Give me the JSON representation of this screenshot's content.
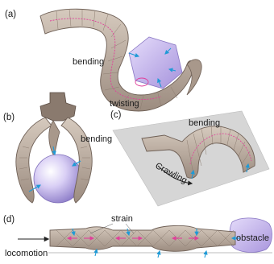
{
  "panels": [
    {
      "id": "a",
      "label": "(a)",
      "annotations": [
        "bending",
        "twisting"
      ]
    },
    {
      "id": "b",
      "label": "(b)",
      "annotations": [
        "bending"
      ]
    },
    {
      "id": "c",
      "label": "(c)",
      "annotations": [
        "bending",
        "Crawling"
      ]
    },
    {
      "id": "d",
      "label": "(d)",
      "annotations": [
        "strain",
        "obstacle",
        "locomotion"
      ]
    }
  ],
  "colors": {
    "body_fill": "#b5a69a",
    "body_light": "#d8ccc2",
    "body_stroke": "#6e5f55",
    "strain_line": "#e0409a",
    "force_arrow": "#1f9ad6",
    "object_purple": "#b9a8e6",
    "mesh_line": "#8a7b70",
    "ground": "#d6d6d6"
  },
  "icons": [
    "blue-force-arrow",
    "pink-strain-arrow",
    "black-motion-arrow"
  ]
}
